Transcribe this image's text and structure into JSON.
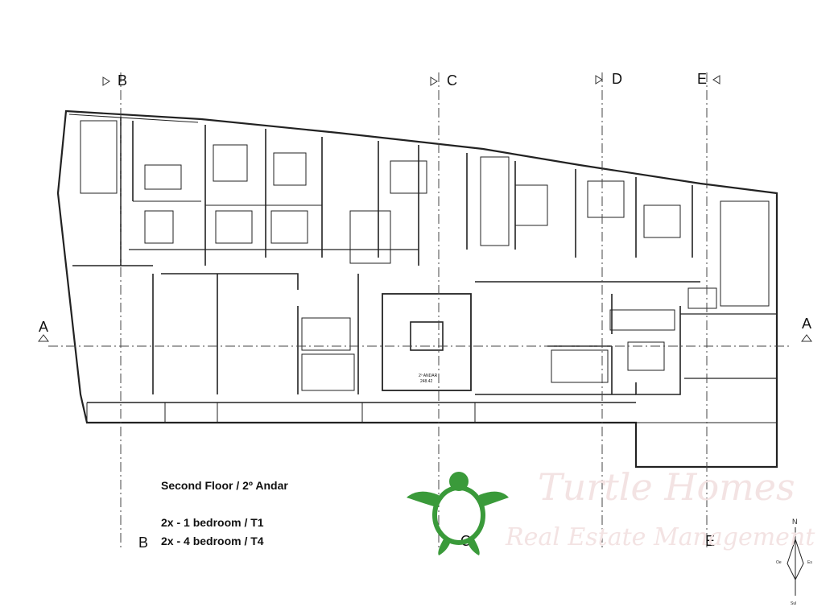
{
  "caption": {
    "floor": "Second Floor / 2º Andar",
    "unit_t1": "2x - 1 bedroom / T1",
    "unit_t4": "2x - 4 bedroom / T4"
  },
  "section_marks": {
    "a": "A",
    "b": "B",
    "c": "C",
    "d": "D",
    "e": "E"
  },
  "stair_label": "2º ANDAR",
  "stair_level": "248.42",
  "watermark": {
    "name": "Turtle Homes",
    "tagline": "Real Estate Management"
  },
  "compass": {
    "north": "N",
    "south": "Sul",
    "west": "Oe",
    "east": "Es"
  },
  "colors": {
    "logo_green": "#3a9a3a",
    "wall": "#222222",
    "watermark": "#f3e3e3"
  }
}
